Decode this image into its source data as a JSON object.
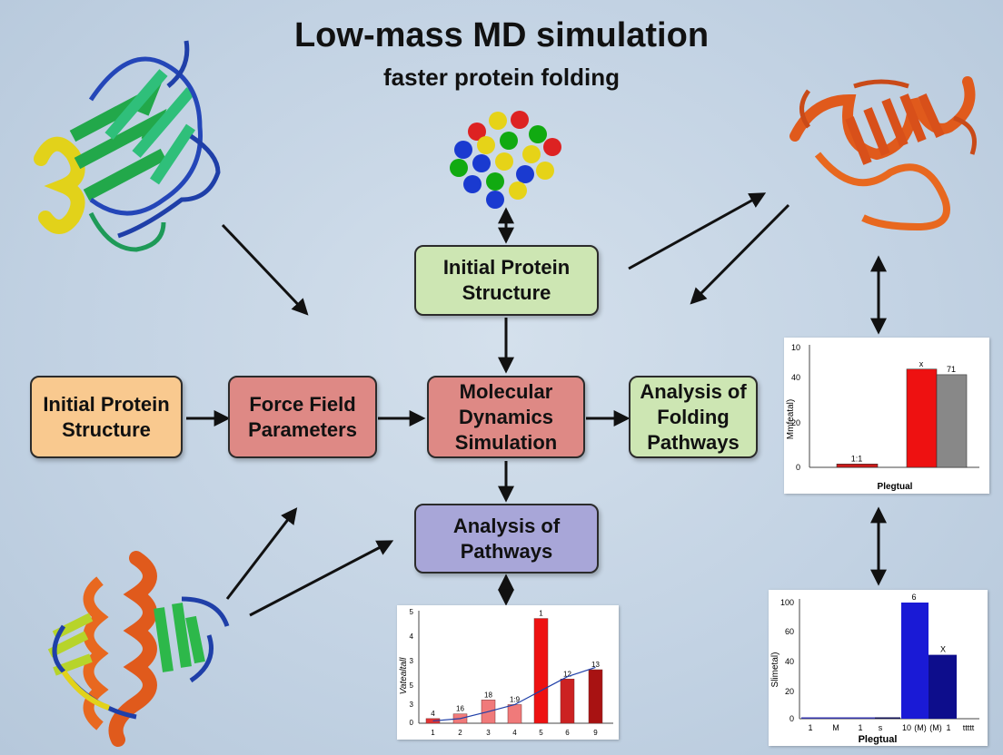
{
  "title": "Low-mass MD simulation",
  "subtitle": "faster protein folding",
  "boxes": {
    "top_structure": "Initial Protein\nStructure",
    "left_structure": "Initial Protein\nStructure",
    "force_field": "Force Field\nParameters",
    "md_sim": "Molecular\nDynamics\nSimulation",
    "folding": "Analysis of\nFolding\nPathways",
    "pathways": "Analysis of\nPathways"
  },
  "colors": {
    "box_orange": "#f9c98f",
    "box_red": "#de8985",
    "box_green": "#cde6b3",
    "box_purple": "#a8a6d8",
    "arrow": "#111111"
  },
  "icons": [
    "protein-ribbon-rainbow-icon",
    "atom-cluster-icon",
    "protein-ribbon-orange-icon",
    "protein-ribbon-mixed-icon"
  ],
  "chart_data": [
    {
      "type": "bar",
      "xlabel": "Plegtual",
      "ylabel": "Mmfeatal)",
      "yticks": [
        "10",
        "40",
        "20",
        "0"
      ],
      "bar_labels": [
        "1:1",
        "x",
        "71"
      ],
      "values": [
        3,
        88,
        83
      ],
      "colors": [
        "#cc1a1a",
        "#ee1111",
        "#888888"
      ]
    },
    {
      "type": "bar",
      "xlabel": "Plegtual",
      "ylabel": "Slimetal)",
      "yticks": [
        "100",
        "60",
        "40",
        "20",
        "0"
      ],
      "xticks": [
        "1",
        "M",
        "1",
        "s",
        "10",
        "(M)",
        "(M)",
        "1",
        "ttttt"
      ],
      "bar_labels": [
        "6",
        "X"
      ],
      "values": [
        1,
        1,
        1,
        1,
        100,
        55
      ],
      "colors": [
        "#3333aa",
        "#3333aa",
        "#3333aa",
        "#111155",
        "#1a1ad6",
        "#0d0d8c"
      ]
    },
    {
      "type": "bar",
      "ylabel": "Vatealtall",
      "yticks": [
        "5",
        "4",
        "3",
        "5",
        "3",
        "0"
      ],
      "xticks": [
        "1",
        "2",
        "3",
        "4",
        "5",
        "6",
        "9"
      ],
      "bar_labels": [
        "4",
        "16",
        "18",
        "1:9",
        "1",
        "12",
        "13"
      ],
      "values": [
        0.2,
        0.4,
        1.0,
        0.8,
        4.5,
        1.9,
        2.3
      ],
      "colors": [
        "#e23333",
        "#f07a7a",
        "#f07a7a",
        "#f07a7a",
        "#ee1111",
        "#cc2222",
        "#a81212"
      ]
    }
  ]
}
